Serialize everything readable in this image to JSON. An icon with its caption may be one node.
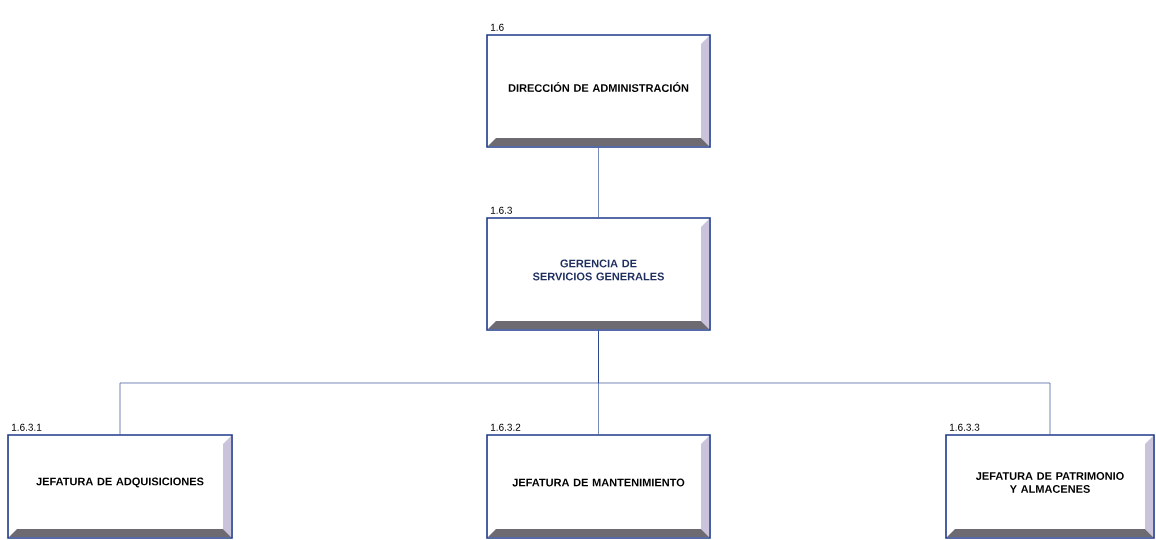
{
  "diagram": {
    "nodes": [
      {
        "text": [
          "DIRECCIÓN DE ADMINISTRACIÓN"
        ],
        "beside": [
          "1.6"
        ]
      },
      {
        "text": [
          "GERENCIA DE SERVICIOS GENERALES"
        ],
        "beside": [
          "1.6.3"
        ]
      },
      {
        "text": [
          "JEFATURA DE ADQUISICIONES"
        ],
        "beside": [
          "1.6.3.1"
        ]
      },
      {
        "text": [
          "JEFATURA DE MANTENIMIENTO"
        ],
        "beside": [
          "1.6.3.2"
        ]
      },
      {
        "text": [
          "JEFATURA DE PATRIMONIO Y ALMACENES"
        ],
        "beside": [
          "1.6.3.3"
        ]
      }
    ],
    "edges": [
      {
        "from": 0,
        "to": 1,
        "arrow": "none"
      },
      {
        "from": 1,
        "to": 2,
        "arrow": "none"
      },
      {
        "from": 1,
        "to": 3,
        "arrow": "none"
      },
      {
        "from": 1,
        "to": 4,
        "arrow": "none"
      }
    ]
  }
}
